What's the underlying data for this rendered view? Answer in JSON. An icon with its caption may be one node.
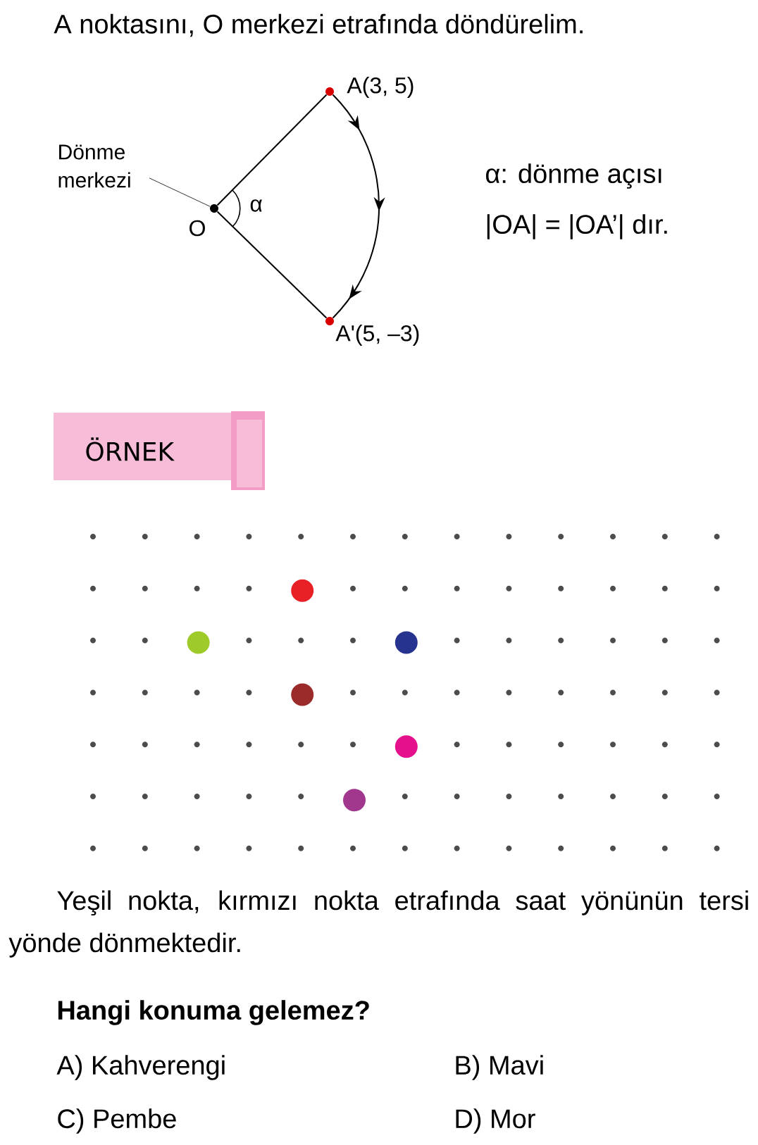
{
  "diagram": {
    "title": "A noktasını, O merkezi etrafında döndürelim.",
    "nodes": [
      {
        "text": [
          "Dönme merkezi"
        ]
      },
      {
        "text": [],
        "shape": "circle",
        "beside": [
          "O"
        ]
      },
      {
        "text": [],
        "shape": "circle",
        "beside": [
          "A(3, 5)"
        ]
      },
      {
        "text": [],
        "shape": "circle",
        "beside": [
          "A'(5, –3)"
        ]
      }
    ],
    "edges": [
      {
        "from": 0,
        "to": 1,
        "arrow": "none"
      },
      {
        "from": 1,
        "to": 2,
        "arrow": "none"
      },
      {
        "from": 1,
        "to": 3,
        "arrow": "none"
      },
      {
        "from": 2,
        "to": 3,
        "arrow": "to"
      }
    ],
    "labels": [
      "α",
      "α: dönme açısı",
      "|OA| = |OA’| dır.",
      "ÖRNEK",
      "Yeşil nokta, kırmızı nokta etrafında saat yönünün tersi yönde dönmektedir.",
      "Hangi konuma gelemez?",
      "A) Kahverengi",
      "B) Mavi",
      "C) Pembe",
      "D) Mor"
    ]
  }
}
